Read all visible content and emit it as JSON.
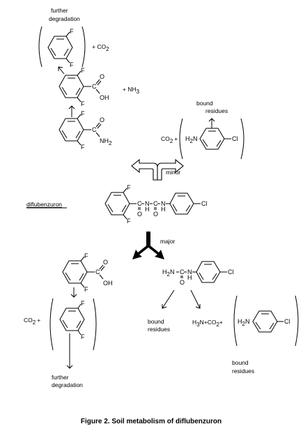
{
  "labels": {
    "further_degradation_top_1": "further",
    "further_degradation_top_2": "degradation",
    "plus_co2_top": "+ CO",
    "plus_nh3": "+ NH",
    "bound_residues_top_1": "bound",
    "bound_residues_top_2": "residues",
    "co2_plus_right": "CO",
    "minor": "minor",
    "diflubenzuron": "diflubenzuron",
    "major": "major",
    "co2_plus_left": "CO",
    "further_degradation_bottom_1": "further",
    "further_degradation_bottom_2": "degradation",
    "bound_residues_mid_1": "bound",
    "bound_residues_mid_2": "residues",
    "h3n_co2": "H",
    "bound_residues_right_1": "bound",
    "bound_residues_right_2": "residues"
  },
  "atoms": {
    "F": "F",
    "O": "O",
    "OH": "OH",
    "NH2": "NH",
    "C": "C",
    "N": "N",
    "H": "H",
    "Cl": "Cl",
    "H2N": "H",
    "sub2": "2",
    "sub3": "3",
    "plus": "+",
    "N_plus_co2": "N+CO",
    "plus2": "+"
  },
  "caption": "Figure 2.  Soil metabolism of diflubenzuron"
}
